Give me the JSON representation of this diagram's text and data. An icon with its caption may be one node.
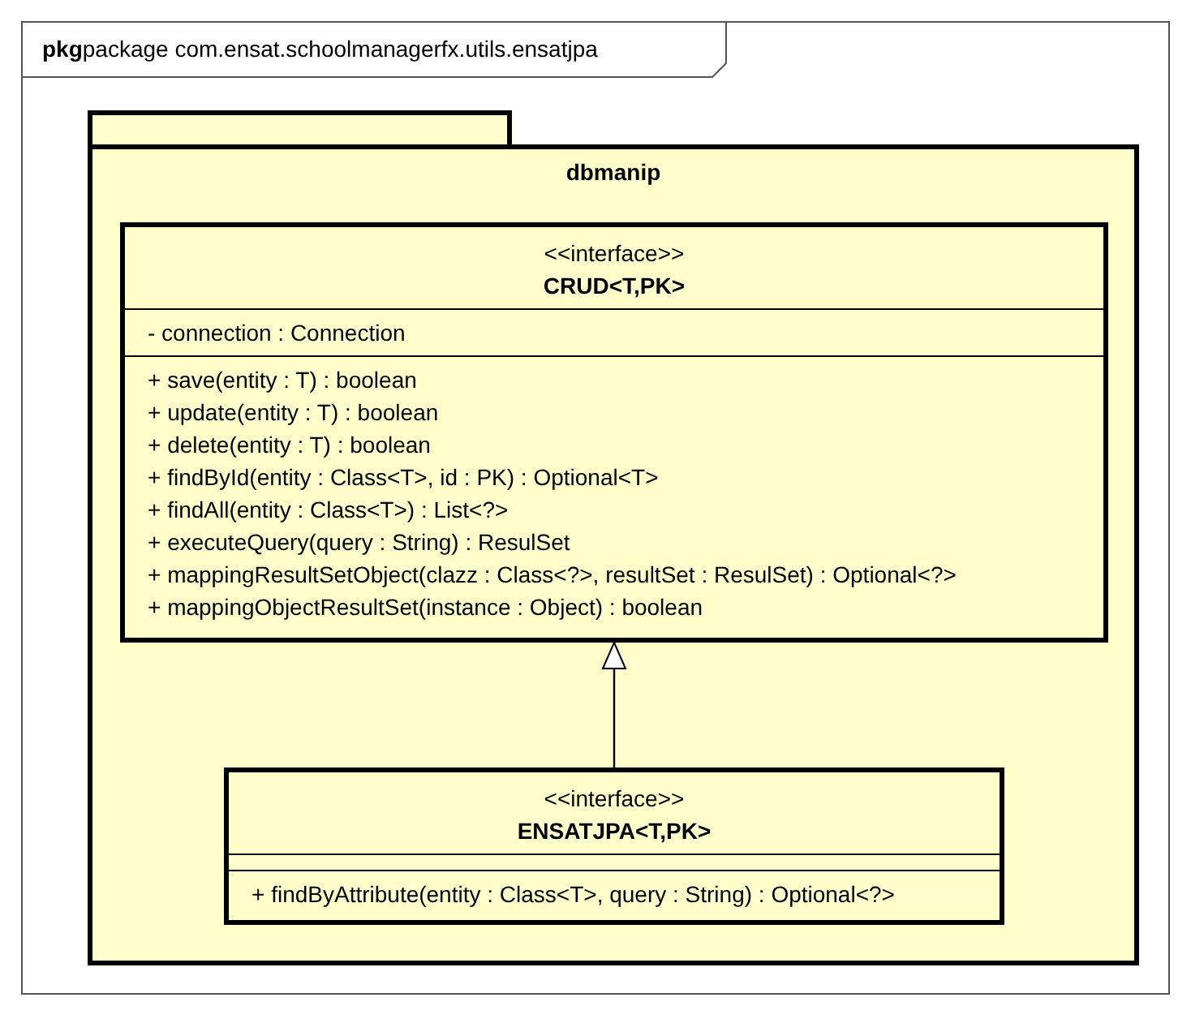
{
  "diagram": {
    "nodes": [
      {
        "text": [
          "**pkg**package com.ensat.schoolmanagerfx.utils.ensatjpa"
        ]
      },
      {
        "text": [
          "dbmanip"
        ],
        "in": 0
      },
      {
        "text": [
          "<<interface>>",
          "CRUD<T,PK>",
          "- connection : Connection",
          "+ save(entity : T) : boolean",
          "+ update(entity : T) : boolean",
          "+ delete(entity : T) : boolean",
          "+ findById(entity : Class<T>, id : PK) : Optional<T>",
          "+ findAll(entity : Class<T>) : List<?>",
          "+ executeQuery(query : String) : ResulSet",
          "+ mappingResultSetObject(clazz : Class<?>, resultSet : ResulSet) : Optional<?>",
          "+ mappingObjectResultSet(instance : Object) : boolean"
        ],
        "in": 1
      },
      {
        "text": [
          "<<interface>>",
          "ENSATJPA<T,PK>",
          "+ findByAttribute(entity : Class<T>, query : String) : Optional<?>"
        ],
        "in": 1
      }
    ],
    "edges": [
      {
        "from": 3,
        "to": 2,
        "arrow": "to"
      }
    ]
  }
}
